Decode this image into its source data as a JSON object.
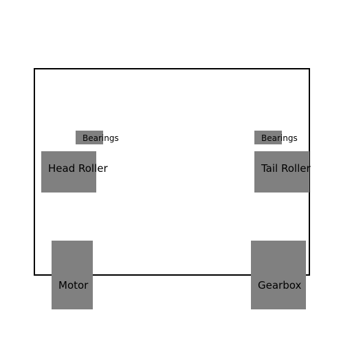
{
  "diagram": {
    "colors": {
      "background": "#ffffff",
      "frame_stroke": "#000000",
      "component_fill": "#808080",
      "text": "#000000"
    },
    "components": {
      "bearings_left": {
        "label": "Bearings"
      },
      "head_roller": {
        "label": "Head Roller"
      },
      "bearings_right": {
        "label": "Bearings"
      },
      "tail_roller": {
        "label": "Tail Roller"
      },
      "motor": {
        "label": "Motor"
      },
      "gearbox": {
        "label": "Gearbox"
      }
    }
  }
}
